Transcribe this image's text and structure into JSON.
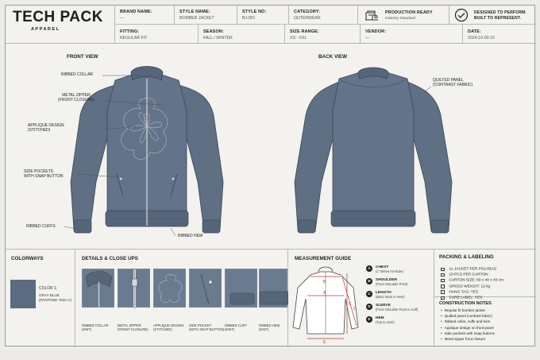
{
  "brand": {
    "name": "TECH PACK",
    "sub": "A P P A R E L"
  },
  "header": {
    "brand_name": {
      "label": "BRAND NAME:",
      "value": "—"
    },
    "style_name": {
      "label": "STYLE NAME:",
      "value": "BOMBER JACKET"
    },
    "style_no": {
      "label": "STYLE NO:",
      "value": "BJ-001"
    },
    "category": {
      "label": "CATEGORY:",
      "value": "OUTERWEAR"
    },
    "fitting": {
      "label": "FITTING:",
      "value": "REGULAR FIT"
    },
    "season": {
      "label": "SEASON:",
      "value": "FALL / WINTER"
    },
    "size_range": {
      "label": "SIZE RANGE:",
      "value": "XS - XXL"
    },
    "vendor": {
      "label": "VENDOR:",
      "value": "—"
    },
    "date": {
      "label": "DATE:",
      "value": "2024-10-00-15"
    },
    "production": {
      "title": "PRODUCTION READY",
      "sub": "Industry Standard",
      "icon": "sewing-machine-icon"
    },
    "designed": {
      "line1": "DESIGNED TO PERFORM.",
      "line2": "BUILT TO REPRESENT.",
      "icon": "check-circle-icon"
    }
  },
  "views": {
    "front": "FRONT VIEW",
    "back": "BACK VIEW"
  },
  "callouts": {
    "ribbed_collar": "RIBBED COLLAR",
    "metal_zipper_1": "METAL ZIPPER",
    "metal_zipper_2": "(FRONT CLOSURE)",
    "applique_1": "APPLIQUE DESIGN",
    "applique_2": "(STITCHED)",
    "side_pockets_1": "SIDE POCKETS",
    "side_pockets_2": "WITH SNAP BUTTON",
    "ribbed_cuffs": "RIBBED CUFFS",
    "ribbed_hem": "RIBBED HEM",
    "quilted_1": "QUILTED PANEL",
    "quilted_2": "(CONTRAST FABRIC)"
  },
  "colorways": {
    "title": "COLORWAYS",
    "name": "COLOR 1:",
    "line1": "GRAY BLUE",
    "line2": "(PANTONE 7542 C)",
    "swatch": "#5b6c80"
  },
  "details": {
    "title": "DETAILS & CLOSE UPS",
    "items": [
      {
        "l1": "RIBBED COLLAR",
        "l2": "(KNIT)"
      },
      {
        "l1": "METAL ZIPPER",
        "l2": "(FRONT CLOSURE)"
      },
      {
        "l1": "APPLIQUE DESIGN",
        "l2": "(STITCHED)"
      },
      {
        "l1": "SIDE POCKET",
        "l2": "(WITH SNAP BUTTON)"
      },
      {
        "l1": "RIBBED CUFF",
        "l2": "(KNIT)"
      },
      {
        "l1": "RIBBED HEM",
        "l2": "(KNIT)"
      }
    ]
  },
  "measurement": {
    "title": "MEASUREMENT GUIDE",
    "items": [
      {
        "key": "A",
        "name": "CHEST",
        "desc": "(1\" Below Armhole)"
      },
      {
        "key": "B",
        "name": "SHOULDER",
        "desc": "(From Shoulder Point)"
      },
      {
        "key": "C",
        "name": "LENGTH",
        "desc": "(Back Neck to Hem)"
      },
      {
        "key": "D",
        "name": "SLEEVE",
        "desc": "(From Shoulder Point to Cuff)"
      },
      {
        "key": "E",
        "name": "HEM",
        "desc": "(Top to Hem)"
      }
    ]
  },
  "packing": {
    "title": "PACKING & LABELING",
    "items": [
      "1x JACKET PER POLYBAG",
      "10 PCS PER CARTON",
      "CARTON SIZE: 60 x 40 x 40 cm",
      "GROSS WEIGHT: 12 kg",
      "HANG TAG: YES",
      "CARE LABEL: YES"
    ]
  },
  "construction": {
    "title": "CONSTRUCTION NOTES",
    "items": [
      "Regular fit bomber jacket",
      "Quilted panel (contrast fabric)",
      "Ribbed collar, cuffs and hem",
      "Applique design on front panel",
      "Side pockets with snap buttons",
      "Metal zipper front closure"
    ]
  },
  "colors": {
    "jacket": "#5f6f84",
    "rib": "#56657a",
    "line": "#3c4757"
  }
}
